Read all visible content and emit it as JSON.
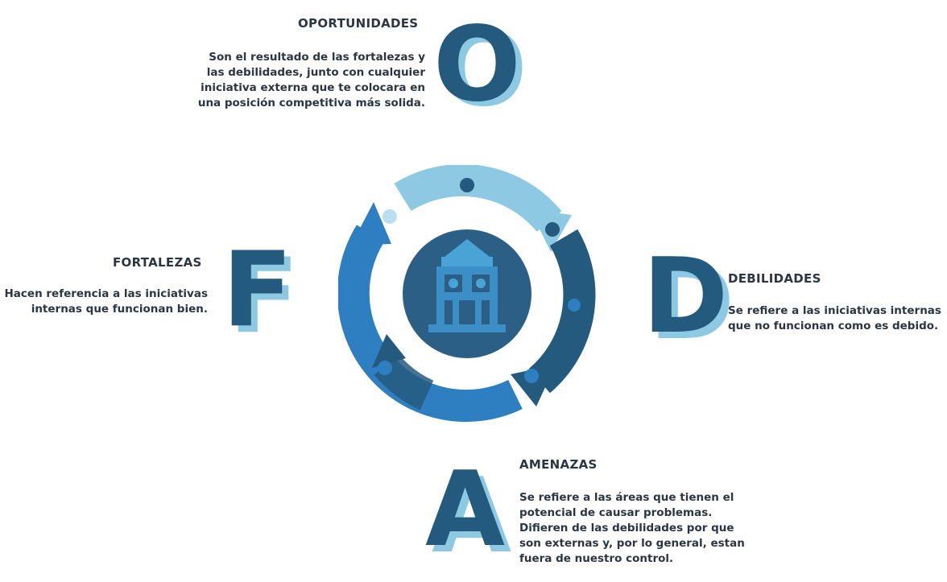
{
  "colors": {
    "dark_blue": "#245a7e",
    "mid_blue": "#2e7fc1",
    "light_blue": "#8dc9e3",
    "text": "#2b3642",
    "center_circle": "#2c5f86"
  },
  "oportunidades": {
    "letter": "O",
    "heading": "OPORTUNIDADES",
    "description": "Son el resultado de las fortalezas y\nlas debilidades, junto con cualquier\niniciativa externa que te colocara en\nuna posición competitiva más solida."
  },
  "fortalezas": {
    "letter": "F",
    "heading": "FORTALEZAS",
    "description": "Hacen referencia a las iniciativas\ninternas que funcionan bien."
  },
  "debilidades": {
    "letter": "D",
    "heading": "DEBILIDADES",
    "description": "Se refiere a las iniciativas internas\nque no funcionan como es debido."
  },
  "amenazas": {
    "letter": "A",
    "heading": "AMENAZAS",
    "description": "Se refiere a las áreas que tienen el\npotencial de causar problemas.\nDifieren de las debilidades por que\nson externas y, por lo general, estan\nfuera de nuestro control."
  },
  "center": {
    "icon": "building-tower-icon"
  }
}
